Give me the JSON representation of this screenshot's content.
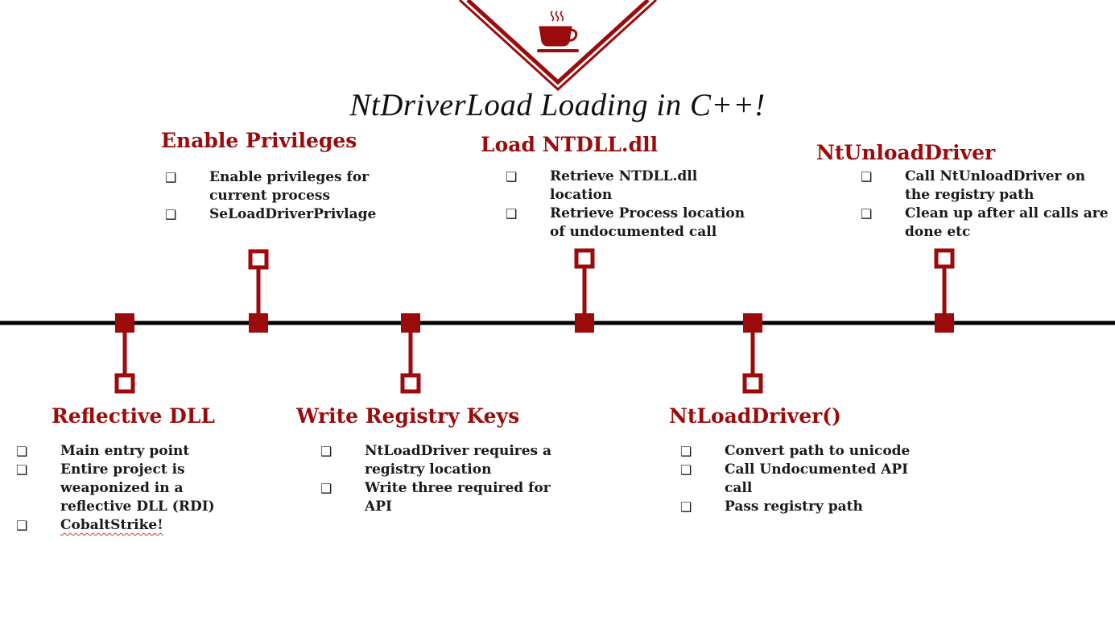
{
  "title": "NtDriverLoad Loading in C++!",
  "colors": {
    "accent": "#9b0b0b",
    "line": "#000000",
    "text": "#1a1a1a"
  },
  "icons": {
    "logo": "coffee-cup-icon",
    "bullet": "checkbox-square-icon"
  },
  "bullet_glyph": "❑",
  "stages": {
    "enable_privileges": {
      "heading": "Enable Privileges",
      "items": [
        "Enable privileges for current process",
        "SeLoadDriverPrivlage"
      ]
    },
    "load_ntdll": {
      "heading": "Load NTDLL.dll",
      "items": [
        "Retrieve NTDLL.dll location",
        "Retrieve Process location of undocumented call"
      ]
    },
    "nt_unload_driver": {
      "heading": "NtUnloadDriver",
      "items": [
        "Call NtUnloadDriver on the registry path",
        "Clean up after all calls are done etc"
      ]
    },
    "reflective_dll": {
      "heading": "Reflective DLL",
      "items": [
        "Main entry point",
        "Entire project is weaponized in a reflective DLL (RDI)",
        "CobaltStrike!"
      ]
    },
    "write_registry_keys": {
      "heading": "Write Registry Keys",
      "items": [
        "NtLoadDriver requires a registry location",
        "Write three required for API"
      ]
    },
    "nt_load_driver": {
      "heading": "NtLoadDriver()",
      "items": [
        "Convert path to unicode",
        "Call Undocumented API call",
        "Pass registry path"
      ]
    }
  }
}
